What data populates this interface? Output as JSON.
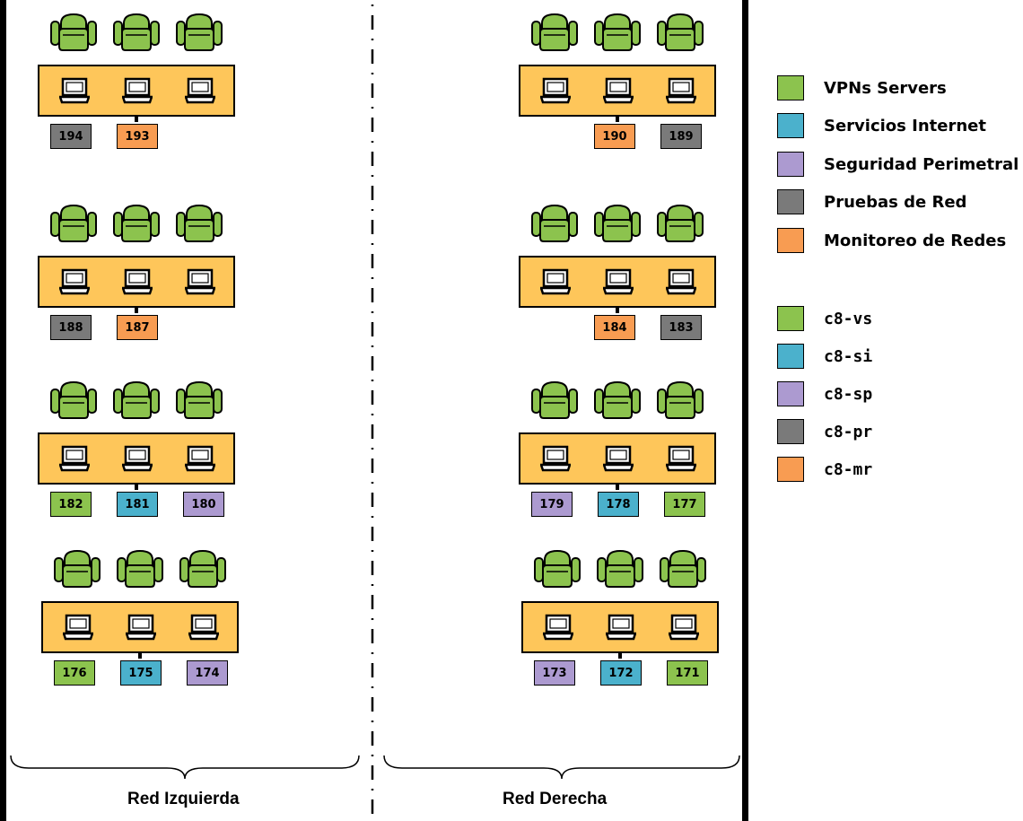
{
  "colors": {
    "vs": "#8cc34e",
    "si": "#4bb1cc",
    "sp": "#ac9ad0",
    "pr": "#7a7a7a",
    "mr": "#f89c52",
    "desk": "#fec65a",
    "chair": "#8cc34e"
  },
  "icons": {
    "chair": "office-chair-icon",
    "laptop": "laptop-icon"
  },
  "networks": {
    "left_label": "Red Izquierda",
    "right_label": "Red Derecha"
  },
  "stations": {
    "left": [
      {
        "tags": [
          {
            "number": "194",
            "type": "pr"
          },
          {
            "number": "193",
            "type": "mr"
          }
        ]
      },
      {
        "tags": [
          {
            "number": "188",
            "type": "pr"
          },
          {
            "number": "187",
            "type": "mr"
          }
        ]
      },
      {
        "tags": [
          {
            "number": "182",
            "type": "vs"
          },
          {
            "number": "181",
            "type": "si"
          },
          {
            "number": "180",
            "type": "sp"
          }
        ]
      },
      {
        "tags": [
          {
            "number": "176",
            "type": "vs"
          },
          {
            "number": "175",
            "type": "si"
          },
          {
            "number": "174",
            "type": "sp"
          }
        ]
      }
    ],
    "right": [
      {
        "tags": [
          {
            "number": "190",
            "type": "mr"
          },
          {
            "number": "189",
            "type": "pr"
          }
        ]
      },
      {
        "tags": [
          {
            "number": "184",
            "type": "mr"
          },
          {
            "number": "183",
            "type": "pr"
          }
        ]
      },
      {
        "tags": [
          {
            "number": "179",
            "type": "sp"
          },
          {
            "number": "178",
            "type": "si"
          },
          {
            "number": "177",
            "type": "vs"
          }
        ]
      },
      {
        "tags": [
          {
            "number": "173",
            "type": "sp"
          },
          {
            "number": "172",
            "type": "si"
          },
          {
            "number": "171",
            "type": "vs"
          }
        ]
      }
    ]
  },
  "legend": {
    "categories": [
      {
        "label": "VPNs Servers",
        "type": "vs"
      },
      {
        "label": "Servicios Internet",
        "type": "si"
      },
      {
        "label": "Seguridad Perimetral",
        "type": "sp"
      },
      {
        "label": "Pruebas de Red",
        "type": "pr"
      },
      {
        "label": "Monitoreo de Redes",
        "type": "mr"
      }
    ],
    "codes": [
      {
        "label": "c8-vs",
        "type": "vs"
      },
      {
        "label": "c8-si",
        "type": "si"
      },
      {
        "label": "c8-sp",
        "type": "sp"
      },
      {
        "label": "c8-pr",
        "type": "pr"
      },
      {
        "label": "c8-mr",
        "type": "mr"
      }
    ]
  }
}
